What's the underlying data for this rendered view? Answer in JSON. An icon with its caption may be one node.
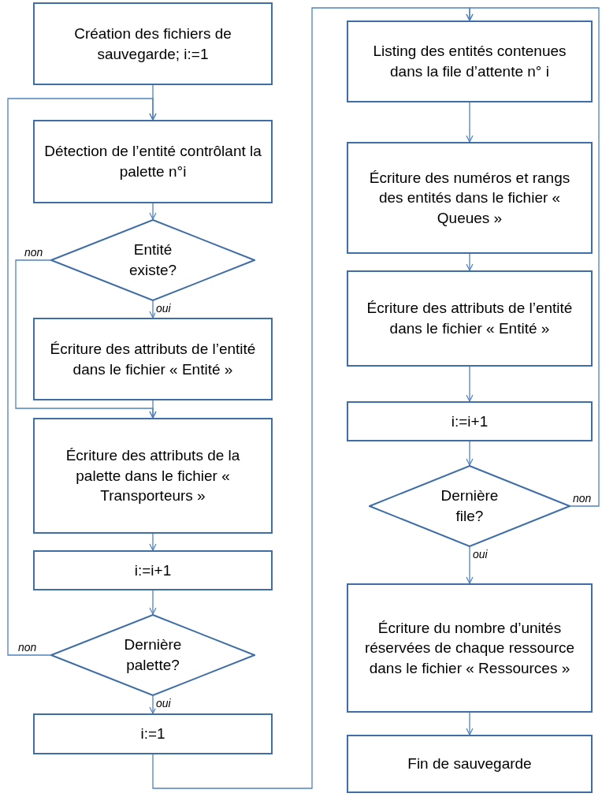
{
  "diagram": {
    "nodes": [
      {
        "text": [
          "Création des fichiers de sauvegarde; i:=1"
        ]
      },
      {
        "text": [
          "Détection de l’entité contrôlant la palette n°i"
        ]
      },
      {
        "text": [
          "Entité existe?"
        ]
      },
      {
        "text": [
          "Écriture des attributs de l’entité dans le fichier « Entité »"
        ]
      },
      {
        "text": [
          "Écriture des attributs de la palette dans le fichier « Transporteurs »"
        ]
      },
      {
        "text": [
          "i:=i+1"
        ]
      },
      {
        "text": [
          "Dernière palette?"
        ]
      },
      {
        "text": [
          "i:=1"
        ]
      },
      {
        "text": [
          "Listing des entités contenues dans la file d’attente n° i"
        ]
      },
      {
        "text": [
          "Écriture des numéros et rangs des entités dans le fichier « Queues »"
        ]
      },
      {
        "text": [
          "Écriture des attributs de l’entité dans le fichier « Entité »"
        ]
      },
      {
        "text": [
          "i:=i+1"
        ]
      },
      {
        "text": [
          "Dernière file?"
        ]
      },
      {
        "text": [
          "Écriture du nombre d’unités réservées de chaque ressource dans le fichier « Ressources »"
        ]
      },
      {
        "text": [
          "Fin de sauvegarde"
        ]
      }
    ],
    "edges": [
      {
        "from": 0,
        "to": 1,
        "arrow": "to"
      },
      {
        "from": 1,
        "to": 2,
        "arrow": "to"
      },
      {
        "from": 2,
        "to": 3,
        "arrow": "to",
        "label": "oui"
      },
      {
        "from": 2,
        "to": 4,
        "arrow": "to",
        "label": "non"
      },
      {
        "from": 3,
        "to": 4,
        "arrow": "to"
      },
      {
        "from": 4,
        "to": 5,
        "arrow": "to"
      },
      {
        "from": 5,
        "to": 6,
        "arrow": "to"
      },
      {
        "from": 6,
        "to": 7,
        "arrow": "to",
        "label": "oui"
      },
      {
        "from": 6,
        "to": 1,
        "arrow": "to",
        "label": "non"
      },
      {
        "from": 7,
        "to": 8,
        "arrow": "to"
      },
      {
        "from": 8,
        "to": 9,
        "arrow": "to"
      },
      {
        "from": 9,
        "to": 10,
        "arrow": "to"
      },
      {
        "from": 10,
        "to": 11,
        "arrow": "to"
      },
      {
        "from": 11,
        "to": 12,
        "arrow": "to"
      },
      {
        "from": 12,
        "to": 13,
        "arrow": "to",
        "label": "oui"
      },
      {
        "from": 12,
        "to": 8,
        "arrow": "to",
        "label": "non"
      },
      {
        "from": 13,
        "to": 14,
        "arrow": "to"
      }
    ]
  }
}
